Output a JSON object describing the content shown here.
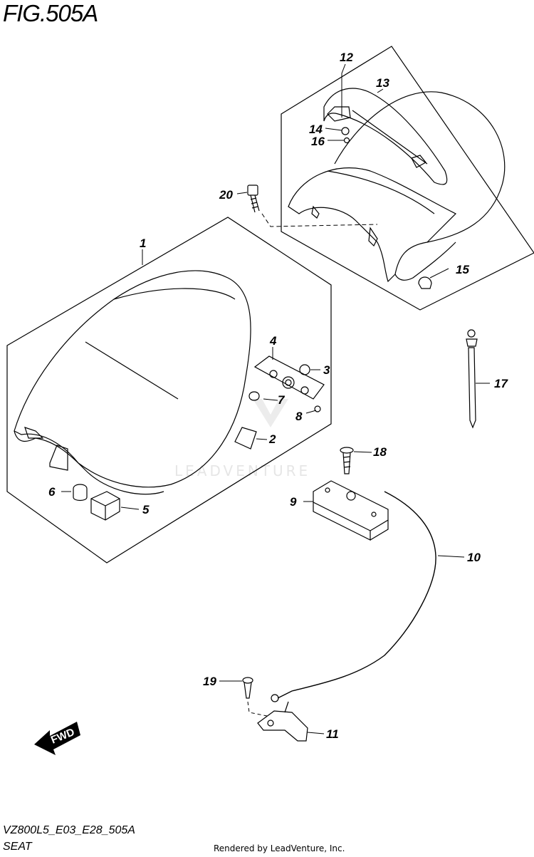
{
  "header": {
    "figure_title": "FIG.505A"
  },
  "footer": {
    "diagram_code": "VZ800L5_E03_E28_505A",
    "caption": "SEAT",
    "credit": "Rendered by LeadVenture, Inc."
  },
  "watermark": {
    "text": "LEADVENTURE"
  },
  "fwd_arrow": {
    "label": "FWD"
  },
  "callouts": [
    "1",
    "2",
    "3",
    "4",
    "5",
    "6",
    "7",
    "8",
    "9",
    "10",
    "11",
    "12",
    "13",
    "14",
    "15",
    "16",
    "17",
    "18",
    "19",
    "20"
  ],
  "colors": {
    "line": "#000000",
    "watermark": "#e6e6e6"
  }
}
